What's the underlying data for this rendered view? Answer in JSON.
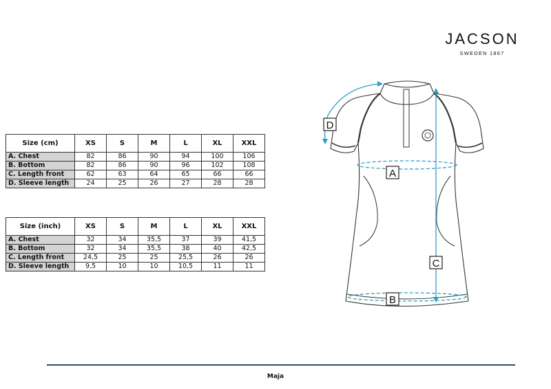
{
  "brand": {
    "name": "JACSON",
    "tagline": "SWEDEN 1867"
  },
  "table_cm": {
    "header": "Size (cm)",
    "sizes": [
      "XS",
      "S",
      "M",
      "L",
      "XL",
      "XXL"
    ],
    "rows": [
      {
        "label": "A. Chest",
        "values": [
          "82",
          "86",
          "90",
          "94",
          "100",
          "106"
        ]
      },
      {
        "label": "B. Bottom",
        "values": [
          "82",
          "86",
          "90",
          "96",
          "102",
          "108"
        ]
      },
      {
        "label": "C. Length front",
        "values": [
          "62",
          "63",
          "64",
          "65",
          "66",
          "66"
        ]
      },
      {
        "label": "D. Sleeve length",
        "values": [
          "24",
          "25",
          "26",
          "27",
          "28",
          "28"
        ]
      }
    ]
  },
  "table_inch": {
    "header": "Size (inch)",
    "sizes": [
      "XS",
      "S",
      "M",
      "L",
      "XL",
      "XXL"
    ],
    "rows": [
      {
        "label": "A. Chest",
        "values": [
          "32",
          "34",
          "35,5",
          "37",
          "39",
          "41,5"
        ]
      },
      {
        "label": "B. Bottom",
        "values": [
          "32",
          "34",
          "35,5",
          "38",
          "40",
          "42,5"
        ]
      },
      {
        "label": "C. Length front",
        "values": [
          "24,5",
          "25",
          "25",
          "25,5",
          "26",
          "26"
        ]
      },
      {
        "label": "D. Sleeve length",
        "values": [
          "9,5",
          "10",
          "10",
          "10,5",
          "11",
          "11"
        ]
      }
    ]
  },
  "diagram": {
    "labels": {
      "a": "A",
      "b": "B",
      "c": "C",
      "d": "D"
    },
    "accent_color": "#2a9fc0"
  },
  "footer": {
    "product_name": "Maja"
  },
  "colors": {
    "rule": "#2e4f66",
    "label_cell": "#d4d4d4"
  }
}
